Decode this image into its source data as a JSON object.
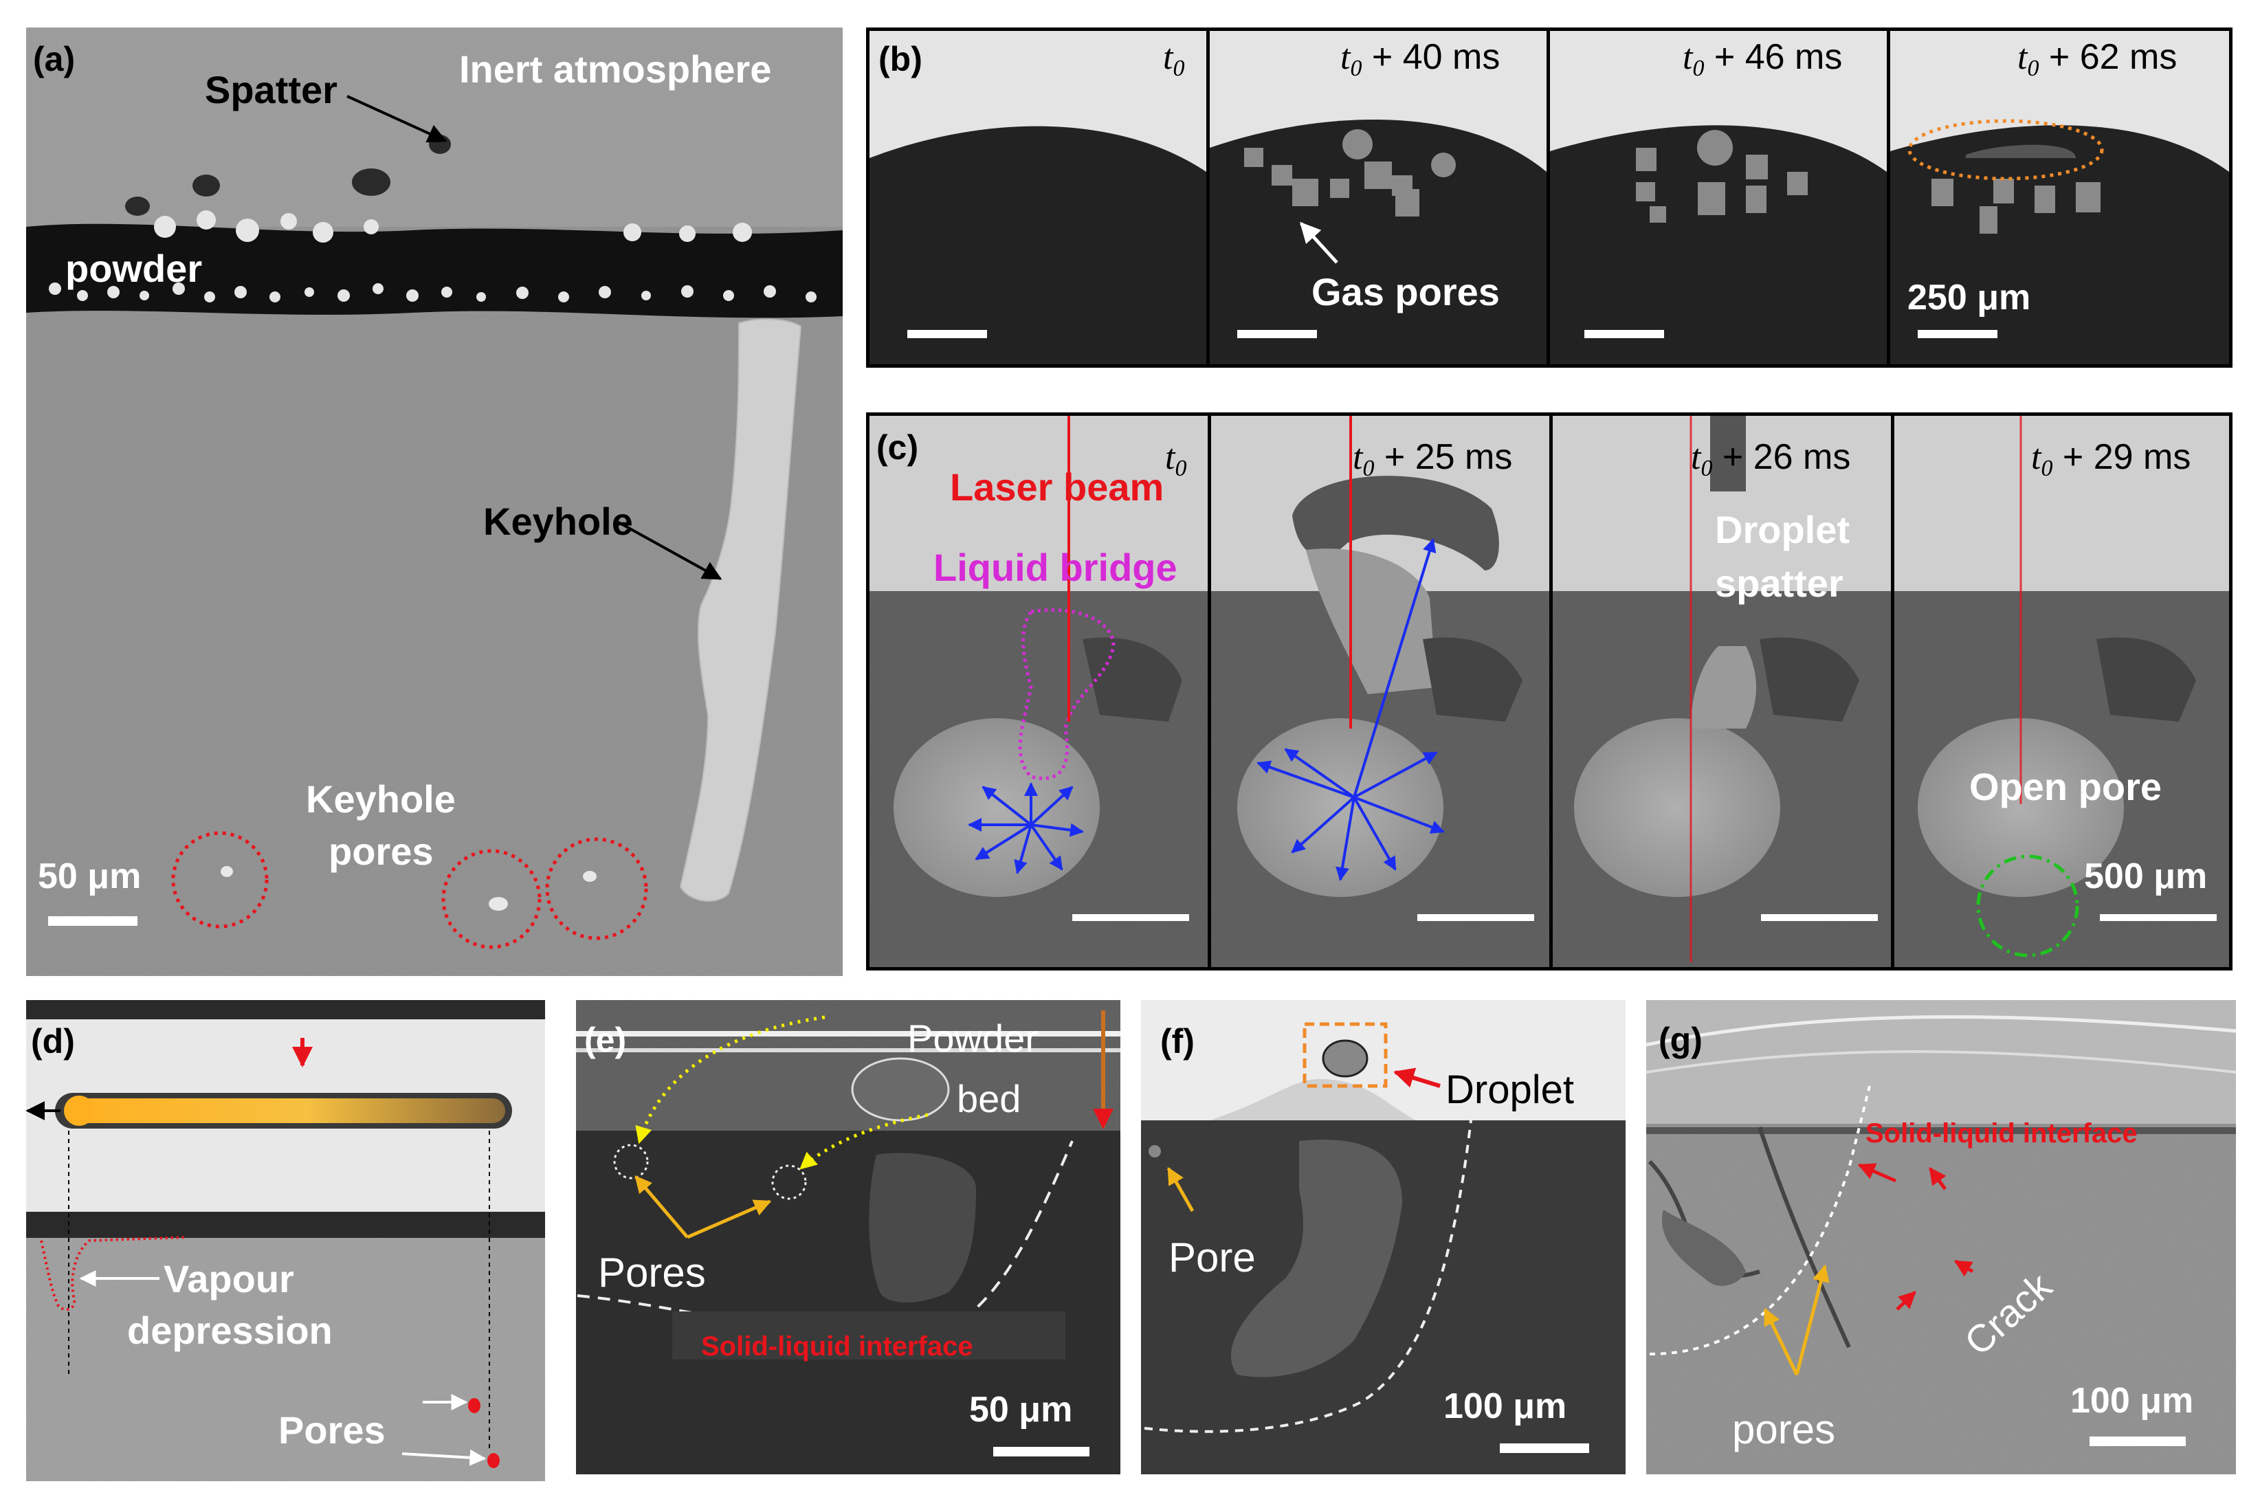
{
  "panels": {
    "a": {
      "tag": "(a)",
      "spatter": "Spatter",
      "atmosphere": "Inert atmosphere",
      "powder": "powder",
      "keyhole": "Keyhole",
      "pores_line1": "Keyhole",
      "pores_line2": "pores",
      "scale": "50 μm"
    },
    "b": {
      "tag": "(b)",
      "frames": [
        {
          "t": "t",
          "sub": "0",
          "offset": ""
        },
        {
          "t": "t",
          "sub": "0",
          "offset": " + 40 ms"
        },
        {
          "t": "t",
          "sub": "0",
          "offset": " + 46 ms"
        },
        {
          "t": "t",
          "sub": "0",
          "offset": " + 62 ms"
        }
      ],
      "gas_pores": "Gas pores",
      "scale": "250 μm"
    },
    "c": {
      "tag": "(c)",
      "frames": [
        {
          "t": "t",
          "sub": "0",
          "offset": ""
        },
        {
          "t": "t",
          "sub": "0",
          "offset": " + 25 ms"
        },
        {
          "t": "t",
          "sub": "0",
          "offset": " + 26 ms"
        },
        {
          "t": "t",
          "sub": "0",
          "offset": " + 29 ms"
        }
      ],
      "laser_beam": "Laser beam",
      "liquid_bridge": "Liquid bridge",
      "droplet_line1": "Droplet",
      "droplet_line2": "spatter",
      "open_pore": "Open pore",
      "scale": "500 μm"
    },
    "d": {
      "tag": "(d)",
      "vapour_line1": "Vapour",
      "vapour_line2": "depression",
      "pores": "Pores"
    },
    "e": {
      "tag": "(e)",
      "powder_line1": "Powder",
      "powder_line2": "bed",
      "pores": "Pores",
      "interface": "Solid-liquid interface",
      "scale": "50 μm"
    },
    "f": {
      "tag": "(f)",
      "droplet": "Droplet",
      "pore": "Pore",
      "scale": "100 μm"
    },
    "g": {
      "tag": "(g)",
      "interface": "Solid-liquid interface",
      "crack": "Crack",
      "pores": "pores",
      "scale": "100 μm"
    }
  },
  "colors": {
    "red": "#e8141c",
    "magenta": "#d62ad6",
    "blue": "#1a2cf0",
    "orange_dotted": "#f08a2a",
    "green_dashed": "#1fc21f",
    "yellow_arrow": "#f0b419",
    "yellow_dotted": "#f5f000"
  }
}
